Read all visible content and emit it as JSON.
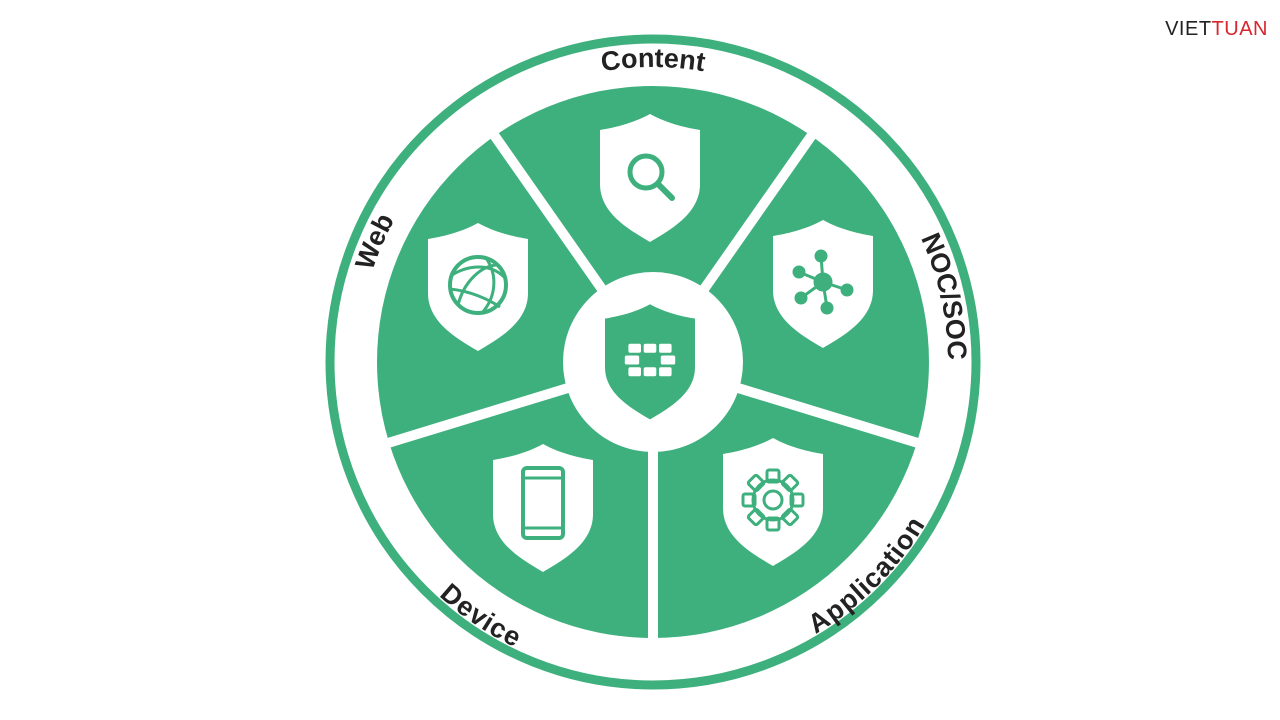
{
  "brand": {
    "part1": "VIET",
    "part2": "TUAN",
    "color1": "#222222",
    "color2": "#d9262e"
  },
  "colors": {
    "green": "#3eb07d",
    "white": "#ffffff"
  },
  "center": {
    "icon": "fortinet-logo-shield-icon"
  },
  "segments": [
    {
      "label": "Content",
      "icon": "search-shield-icon"
    },
    {
      "label": "NOC/SOC",
      "icon": "network-shield-icon"
    },
    {
      "label": "Application",
      "icon": "gear-shield-icon"
    },
    {
      "label": "Device",
      "icon": "mobile-device-shield-icon"
    },
    {
      "label": "Web",
      "icon": "globe-shield-icon"
    }
  ]
}
